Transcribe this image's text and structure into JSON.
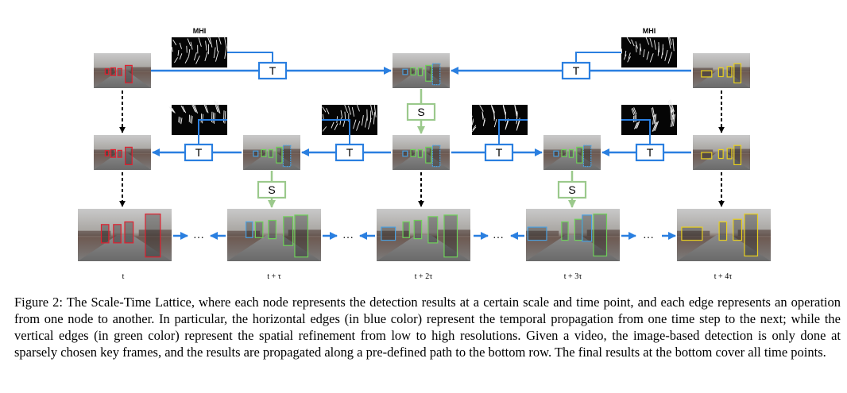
{
  "colors": {
    "temporal_edge": "#2a7fe0",
    "spatial_edge": "#9bc98c",
    "key_frame_box": "#e0202f",
    "propagated_box_green": "#6fd15a",
    "propagated_box_blue": "#4aa0e0",
    "end_frame_box": "#e8d020"
  },
  "labels": {
    "mhi": "MHI",
    "temporal_op": "T",
    "spatial_op": "S",
    "ellipsis": "…"
  },
  "time_labels": [
    "t",
    "t + τ",
    "t + 2τ",
    "t + 3τ",
    "t + 4τ"
  ],
  "caption": {
    "label": "Figure 2:",
    "text": " The Scale-Time Lattice, where each node represents the detection results at a certain scale and time point, and each edge represents an operation from one node to another. In particular, the horizontal edges (in blue color) represent the temporal propagation from one time step to the next; while the vertical edges (in green color) represent the spatial refinement from low to high resolutions. Given a video, the image-based detection is only done at sparsely chosen key frames, and the results are propagated along a pre-defined path to the bottom row. The final results at the bottom cover all time points."
  }
}
